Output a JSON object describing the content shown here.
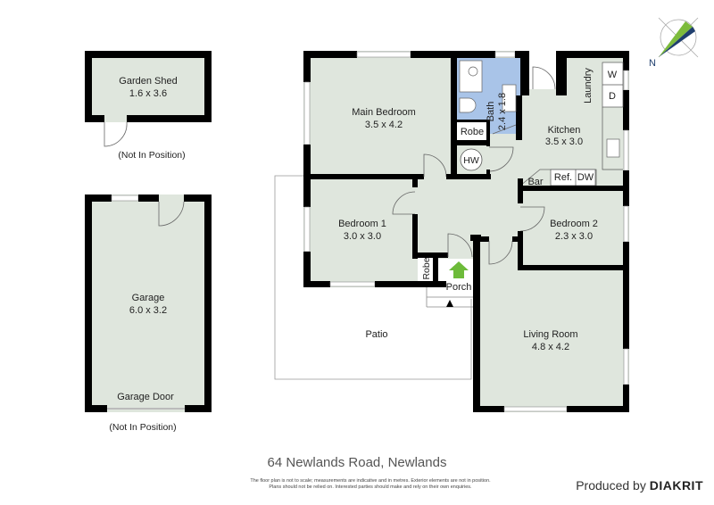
{
  "rooms": {
    "garden_shed": {
      "name": "Garden Shed",
      "dims": "1.6 x 3.6",
      "note": "(Not In Position)"
    },
    "garage": {
      "name": "Garage",
      "dims": "6.0 x 3.2",
      "door": "Garage Door",
      "note": "(Not In Position)"
    },
    "main_bedroom": {
      "name": "Main Bedroom",
      "dims": "3.5 x 4.2"
    },
    "bath": {
      "name": "Bath",
      "dims": "2.4 x 1.8"
    },
    "robe_main": "Robe",
    "hw": "HW",
    "kitchen": {
      "name": "Kitchen",
      "dims": "3.5 x 3.0"
    },
    "laundry": "Laundry",
    "washer": "W",
    "dryer": "D",
    "bar": "Bar",
    "fridge": "Ref.",
    "dishwasher": "DW",
    "bedroom1": {
      "name": "Bedroom 1",
      "dims": "3.0 x 3.0"
    },
    "bedroom2": {
      "name": "Bedroom 2",
      "dims": "2.3 x 3.0"
    },
    "robe_bed1": "Robe",
    "porch": "Porch",
    "patio": "Patio",
    "living_room": {
      "name": "Living Room",
      "dims": "4.8 x 4.2"
    }
  },
  "compass": {
    "label": "N",
    "colors": {
      "green": "#7dbb3c",
      "navy": "#1f3f6e"
    }
  },
  "colors": {
    "room_fill": "#dfe6dd",
    "bath_fill": "#a9c4e8",
    "entry_arrow": "#6dbb3a"
  },
  "title": "64 Newlands Road, Newlands",
  "disclaimer": {
    "line1": "The floor plan is not to scale; measurements are indicative and in metres. Exterior elements are not in position.",
    "line2": "Plans should not be relied on. Interested parties should make and rely on their own enquiries."
  },
  "credit": {
    "prefix": "Produced by",
    "brand": "DIAKRIT"
  }
}
